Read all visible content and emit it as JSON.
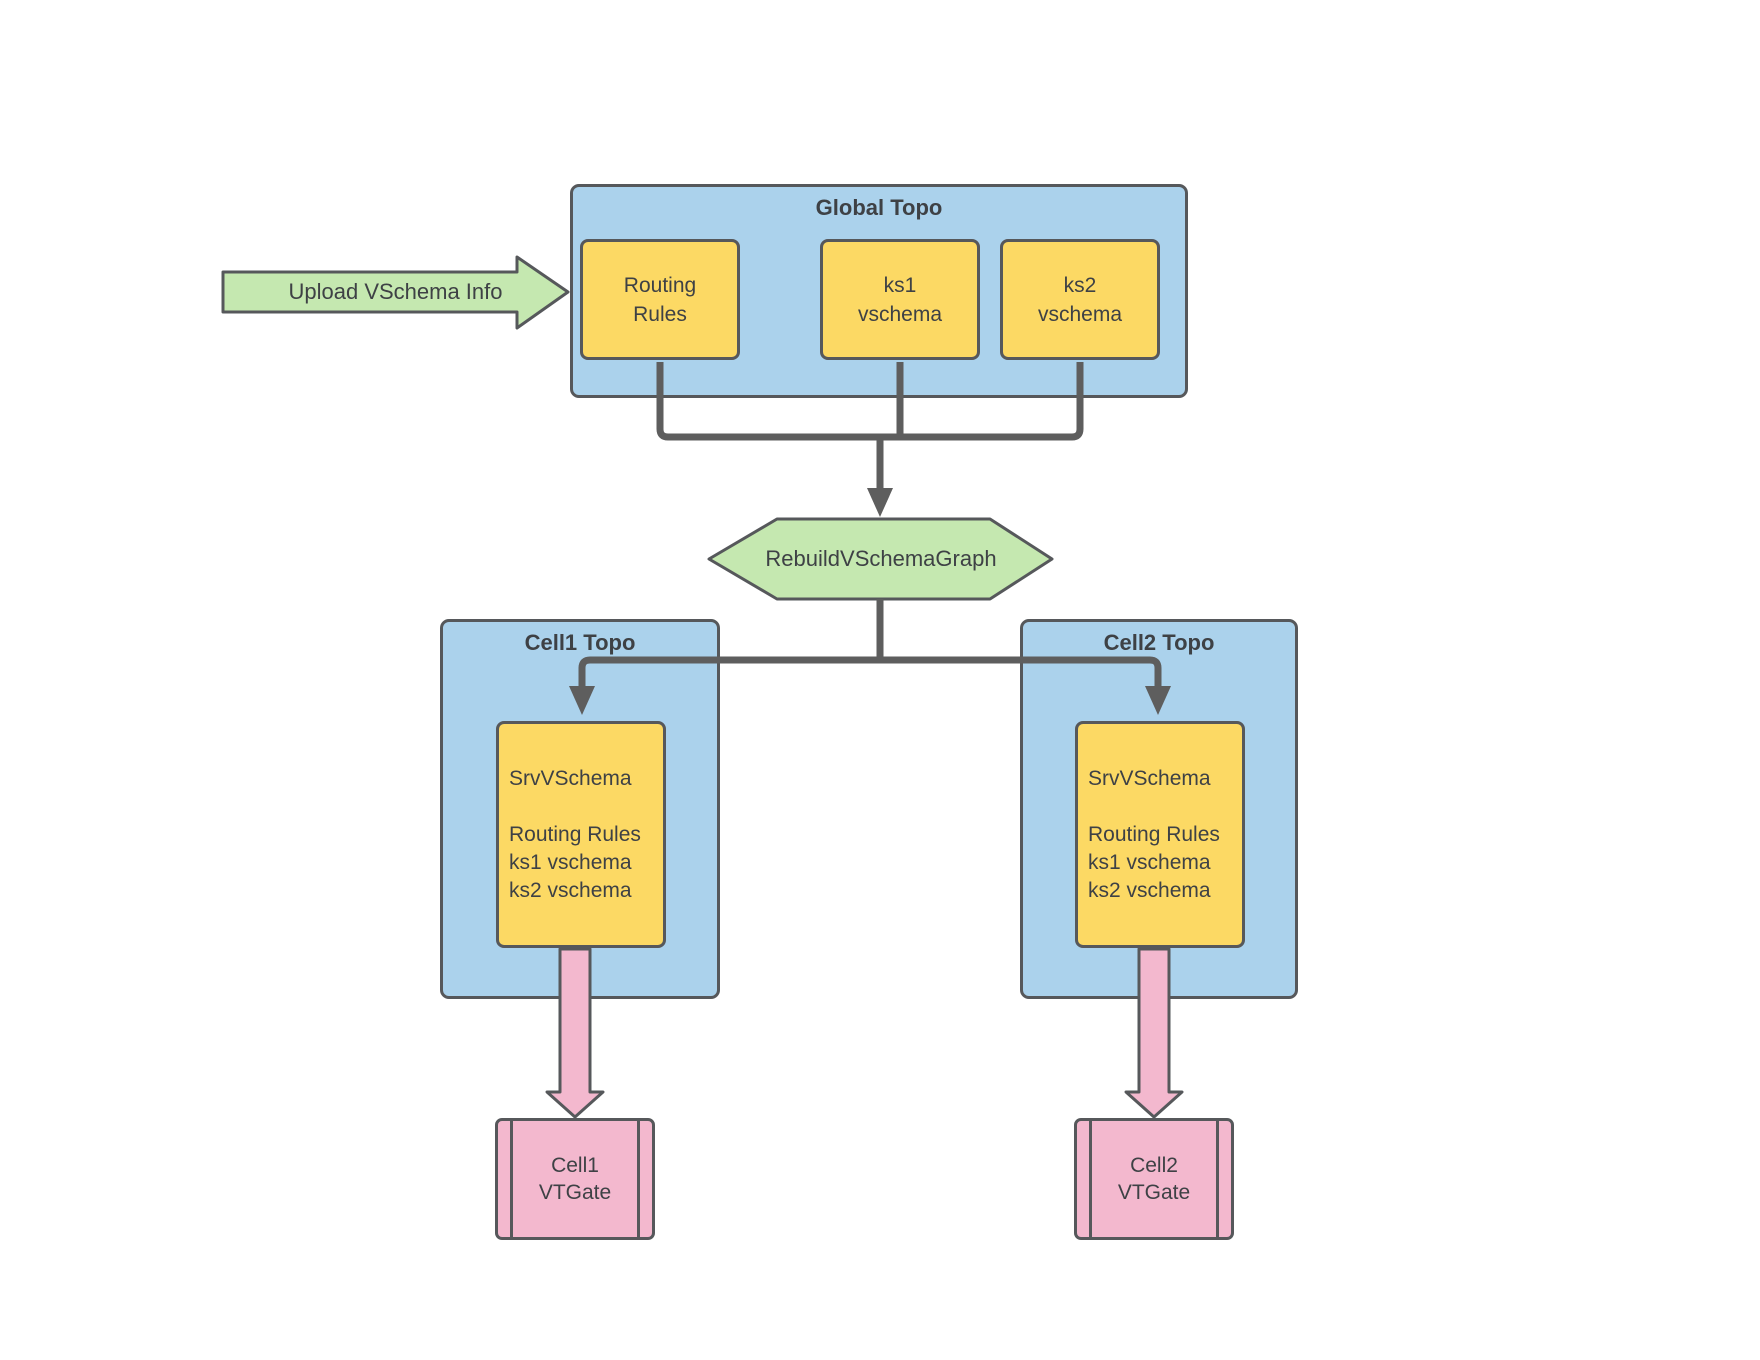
{
  "diagram": {
    "upload_arrow": {
      "label": "Upload VSchema Info"
    },
    "global_topo": {
      "title": "Global Topo",
      "nodes": [
        {
          "line1": "Routing",
          "line2": "Rules"
        },
        {
          "line1": "ks1",
          "line2": "vschema"
        },
        {
          "line1": "ks2",
          "line2": "vschema"
        }
      ]
    },
    "rebuild": {
      "label": "RebuildVSchemaGraph"
    },
    "cells": [
      {
        "title": "Cell1 Topo",
        "srv_box": {
          "lines": [
            "SrvVSchema",
            "",
            "Routing Rules",
            "ks1 vschema",
            "ks2 vschema"
          ]
        },
        "vtgate": {
          "line1": "Cell1",
          "line2": "VTGate"
        }
      },
      {
        "title": "Cell2 Topo",
        "srv_box": {
          "lines": [
            "SrvVSchema",
            "",
            "Routing Rules",
            "ks1 vschema",
            "ks2 vschema"
          ]
        },
        "vtgate": {
          "line1": "Cell2",
          "line2": "VTGate"
        }
      }
    ],
    "colors": {
      "canvas": "#ffffff",
      "container_fill": "#abd2ec",
      "node_fill": "#fcd964",
      "green_fill": "#c5e8b0",
      "pink_fill": "#f3b8ce",
      "box_stroke": "#56585b",
      "connector": "#5e5e5e",
      "text": "#3e4145"
    }
  }
}
